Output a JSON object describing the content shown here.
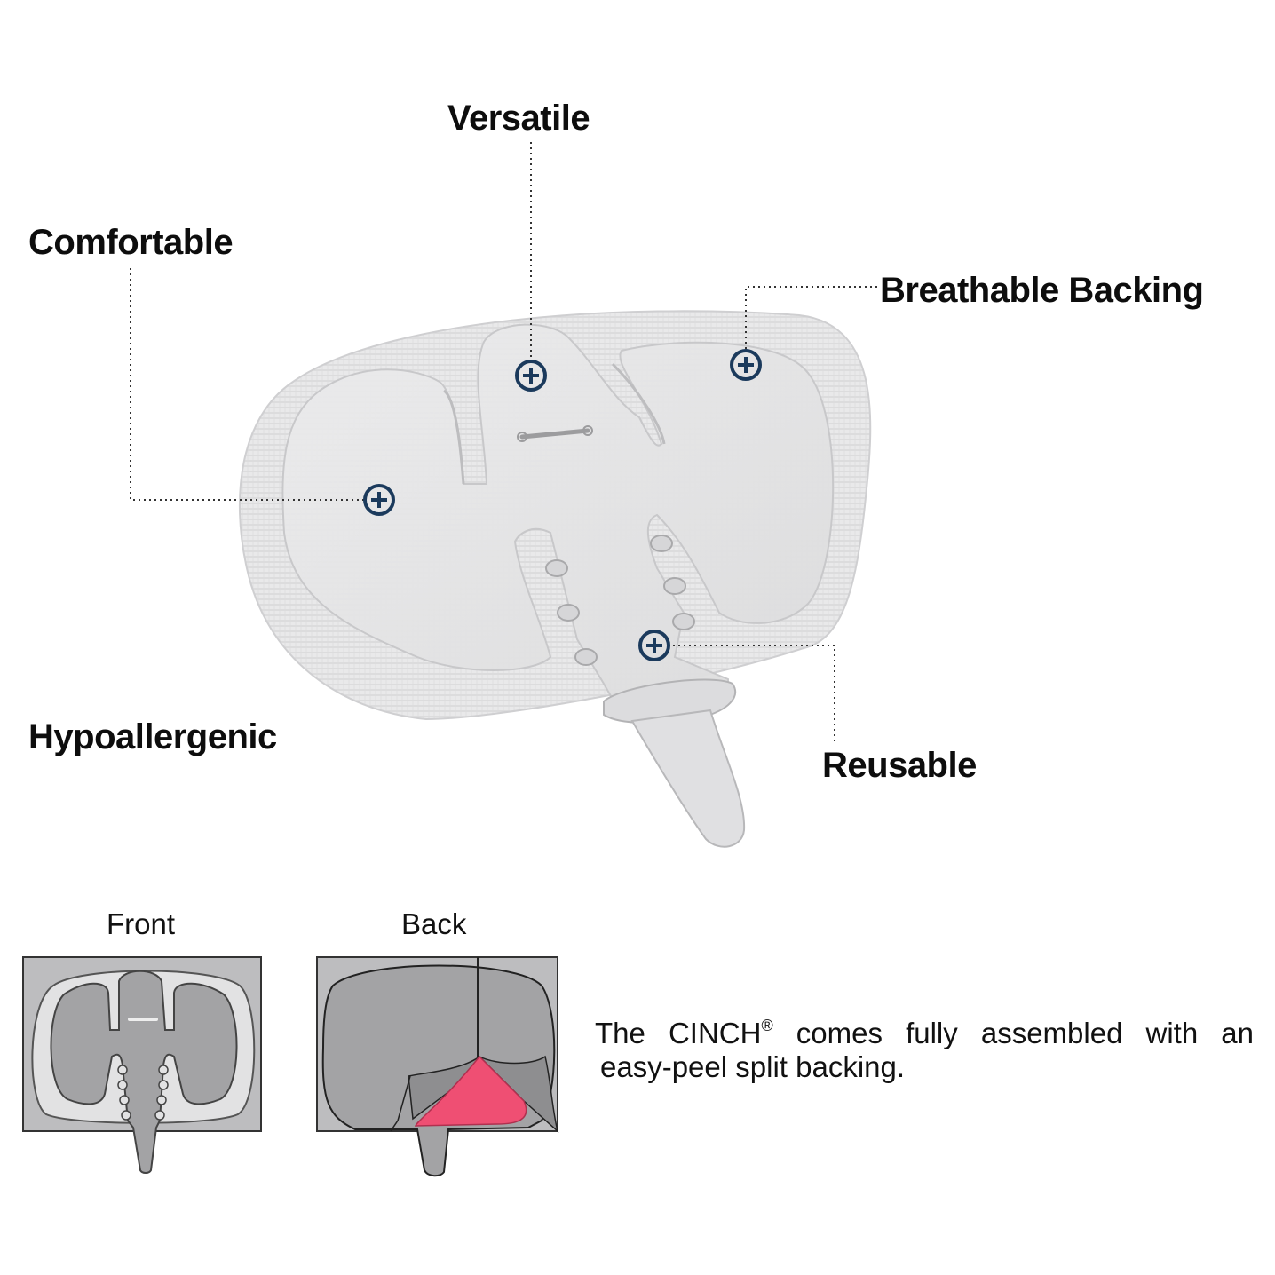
{
  "callouts": {
    "versatile": "Versatile",
    "comfortable": "Comfortable",
    "breathable_backing": "Breathable Backing",
    "hypoallergenic": "Hypoallergenic",
    "reusable": "Reusable"
  },
  "views": {
    "front": "Front",
    "back": "Back"
  },
  "caption": {
    "words_line1": [
      "The",
      "CINCH",
      "comes",
      "fully",
      "assembled",
      "with",
      "an"
    ],
    "registered_mark": "®",
    "line2": "easy-peel split backing."
  },
  "colors": {
    "marker_navy": "#1b3a5c",
    "backing_pink": "#ef4f73",
    "diagram_gray": "#a3a3a5",
    "panel_gray": "#bdbdbf"
  },
  "icons": [
    "plus-circle-icon"
  ]
}
